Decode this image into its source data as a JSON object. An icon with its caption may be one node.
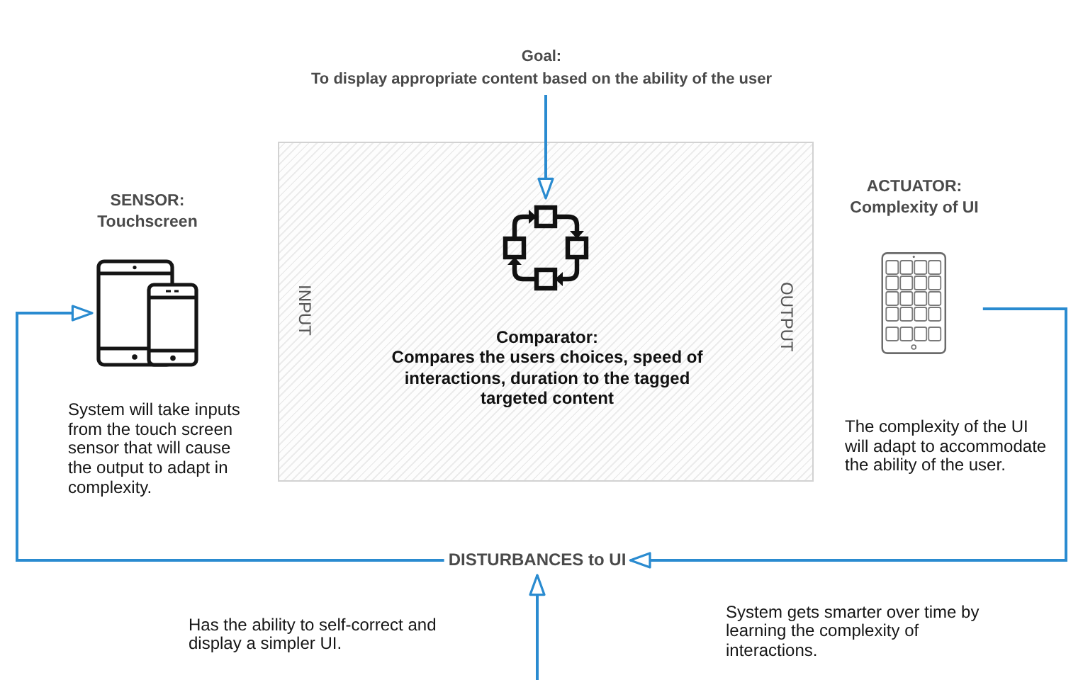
{
  "diagram": {
    "nodes": [
      {
        "text": [
          "Goal:",
          "To display appropriate content based on the ability of the user"
        ]
      },
      {
        "text": [
          "SENSOR:",
          "Touchscreen"
        ],
        "beside": [
          "System will take inputs from the touch screen sensor that will cause the output to adapt in complexity."
        ]
      },
      {
        "text": [
          "Comparator:",
          "Compares the users choices, speed of interactions, duration to the tagged targeted content",
          "INPUT",
          "OUTPUT"
        ]
      },
      {
        "text": [],
        "shape": "picture",
        "in": 2
      },
      {
        "text": [
          "ACTUATOR:",
          "Complexity of UI"
        ],
        "beside": [
          "The complexity of the UI will adapt to accommodate the ability of the user."
        ]
      },
      {
        "text": [
          "DISTURBANCES to UI"
        ]
      }
    ],
    "edges": [
      {
        "from": 0,
        "to": 3,
        "arrow": "to"
      },
      {
        "from": 4,
        "to": 5,
        "arrow": "to"
      },
      {
        "from": 5,
        "to": 1,
        "arrow": "to"
      },
      {
        "from": null,
        "to": 5,
        "arrow": "to"
      }
    ],
    "labels": [
      "Has the ability to self-correct and display a simpler UI.",
      "System gets smarter over time by learning the complexity of interactions."
    ]
  }
}
